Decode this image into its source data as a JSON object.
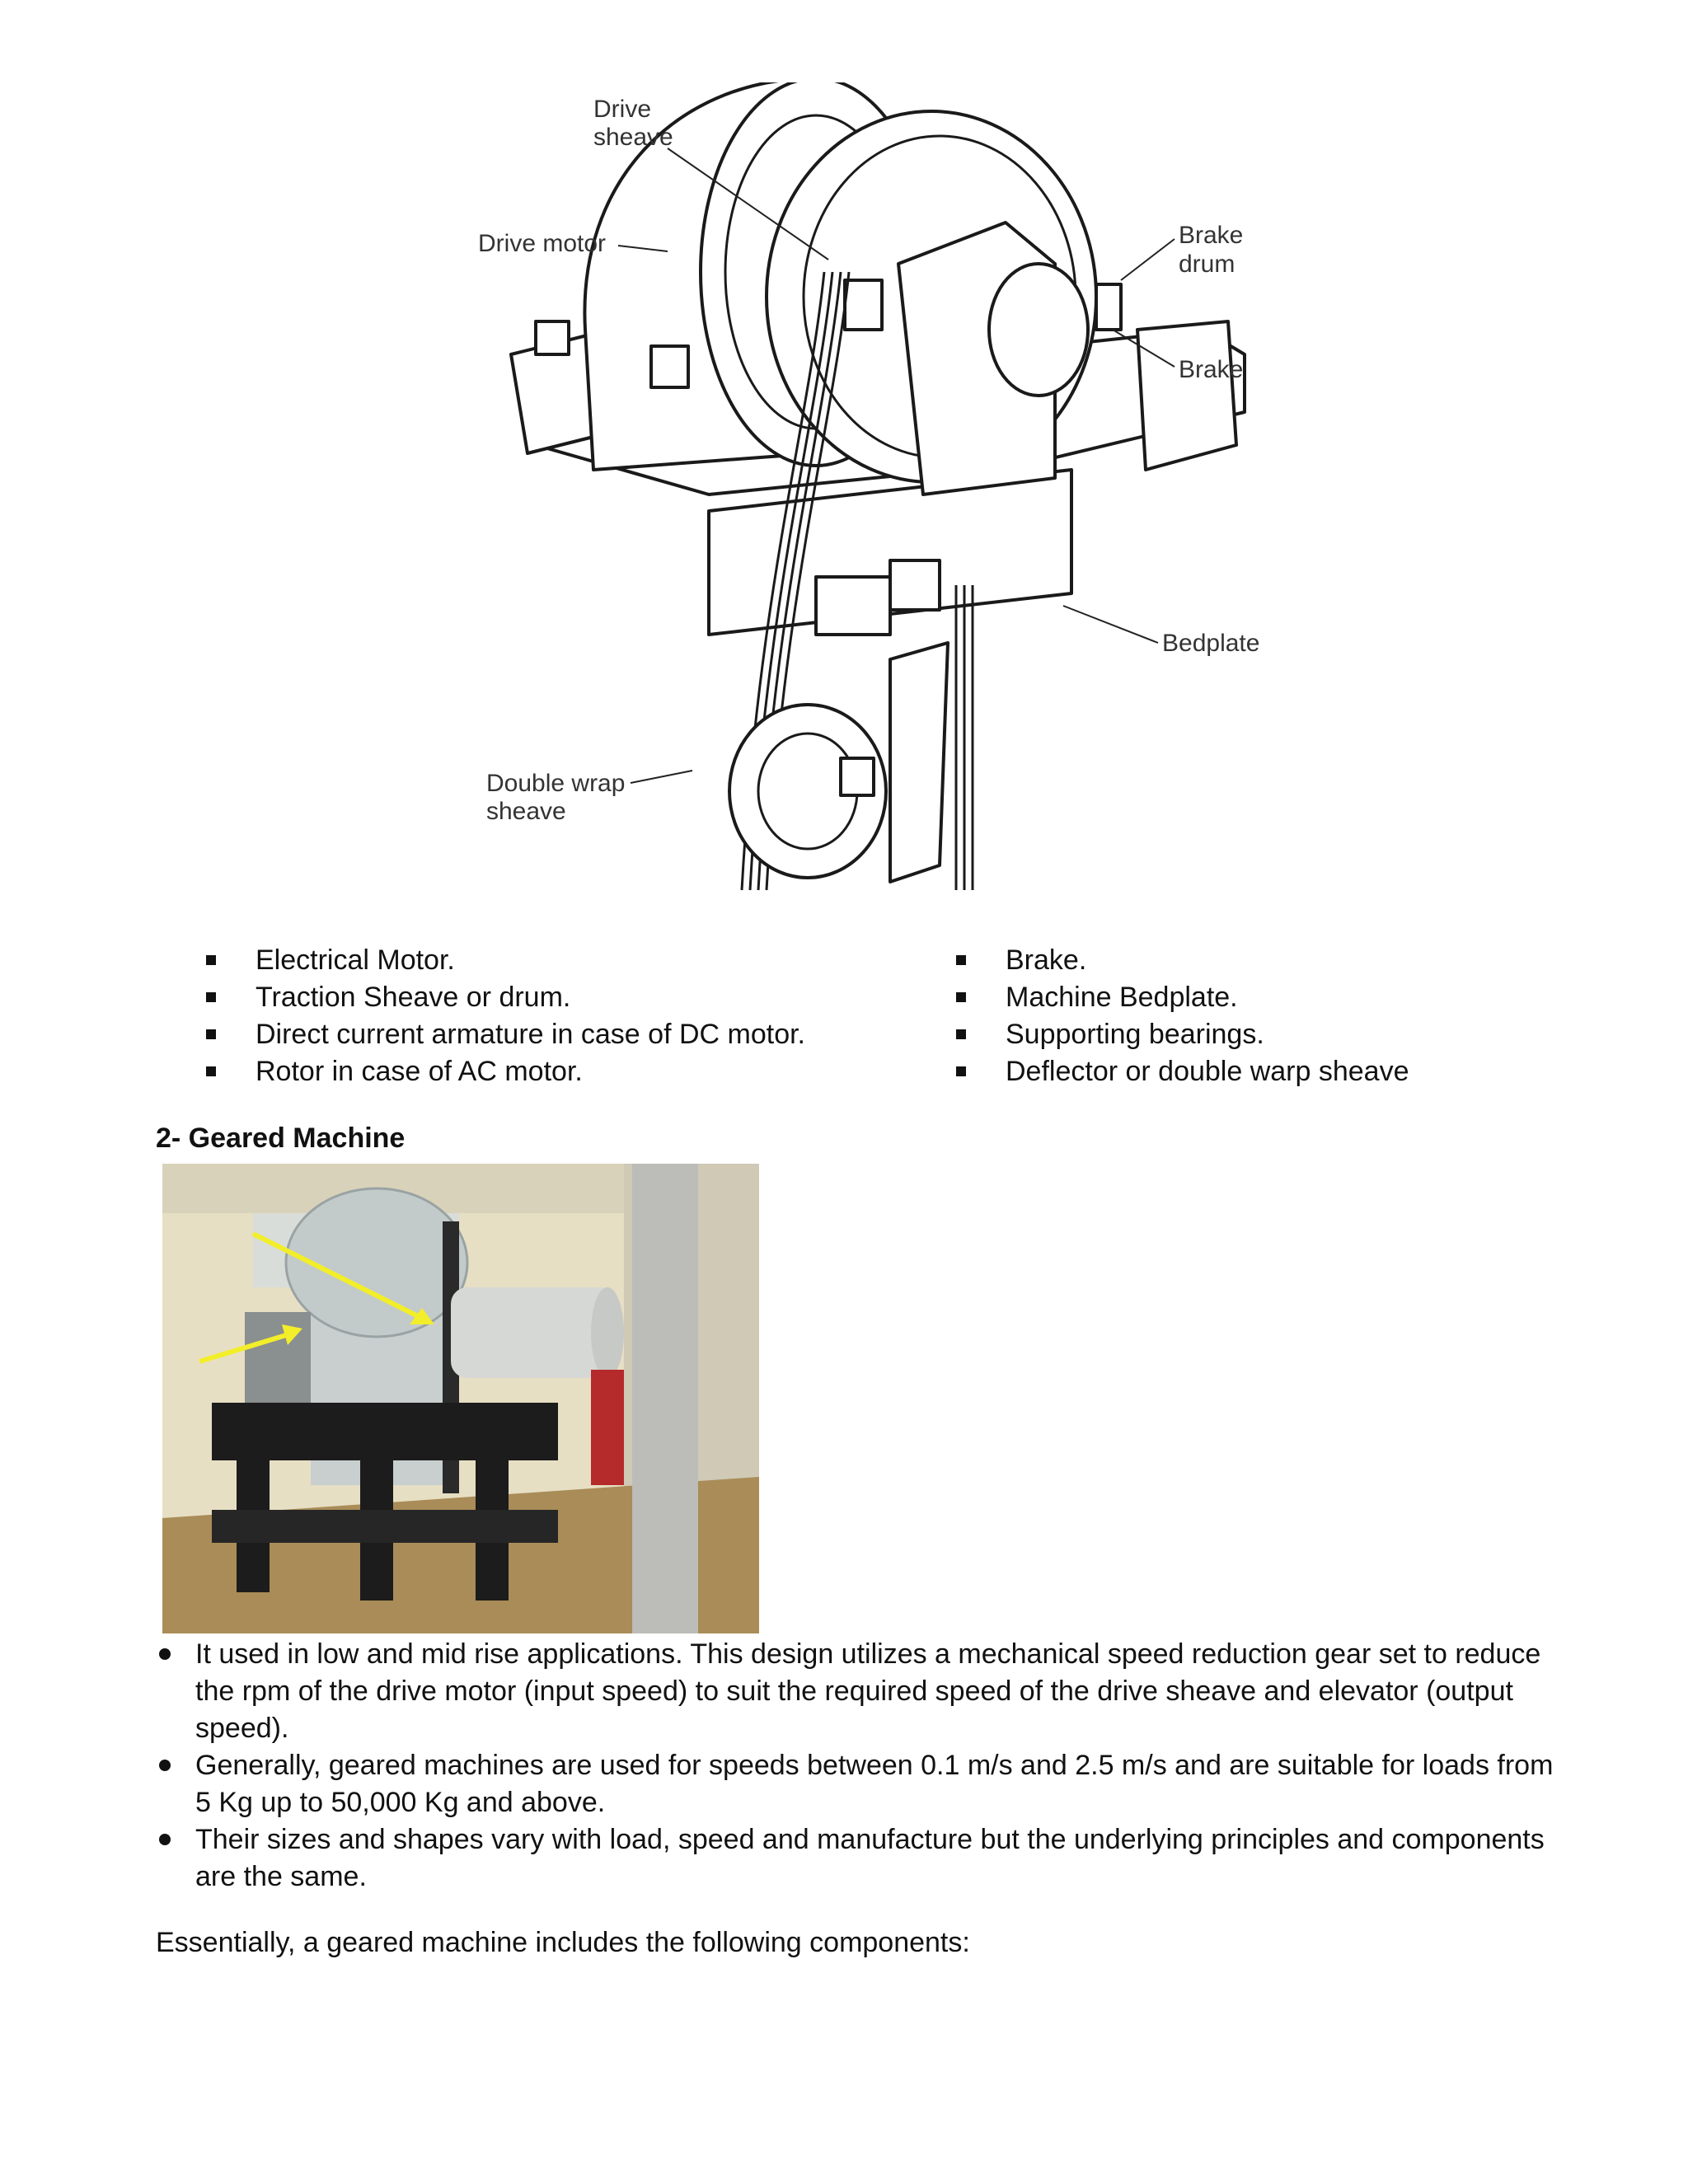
{
  "diagram": {
    "labels": {
      "drive_sheave": [
        "Drive",
        "sheave"
      ],
      "drive_motor": "Drive motor",
      "brake_drum": [
        "Brake",
        "drum"
      ],
      "brake": "Brake",
      "bedplate": "Bedplate",
      "double_wrap_sheave": [
        "Double wrap",
        "sheave"
      ]
    }
  },
  "components_left": [
    "Electrical Motor.",
    "Traction Sheave or drum.",
    "Direct current armature in case of DC motor.",
    "Rotor in case of AC motor."
  ],
  "components_right": [
    "Brake.",
    "Machine Bedplate.",
    "Supporting bearings.",
    "Deflector or double warp sheave"
  ],
  "section_heading": "2- Geared Machine",
  "bullets": [
    "It used in low and mid rise applications. This design utilizes a mechanical speed reduction gear set to reduce the rpm of the drive motor (input speed) to suit the required speed of the drive sheave and elevator (output speed).",
    "Generally, geared machines are used for speeds between 0.1 m/s and 2.5 m/s and are suitable for loads from 5 Kg up to 50,000 Kg and above.",
    "Their sizes and shapes vary with load, speed and manufacture but the underlying principles and components are the same."
  ],
  "closing_text": "Essentially, a geared machine includes the following components:",
  "colors": {
    "arrow": "#f2ee2a",
    "machine": "#c9cfcf",
    "base": "#1c1c1c",
    "floor": "#a98c57"
  }
}
